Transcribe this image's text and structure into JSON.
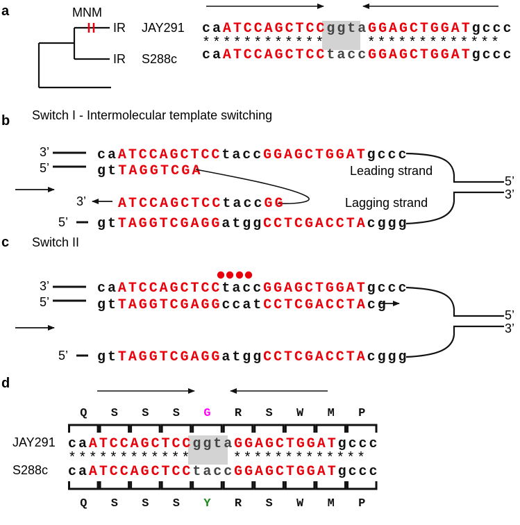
{
  "panel_labels": {
    "a": "a",
    "b": "b",
    "c": "c",
    "d": "d"
  },
  "colors": {
    "red": "#e8000b",
    "black": "#111111",
    "grey_box": "#d3d3d3",
    "magenta": "#ff00ff",
    "green": "#1a8a1a"
  },
  "panel_a": {
    "mnm_label": "MNM",
    "leaf1": "IR",
    "leaf2": "IR",
    "strain1": "JAY291",
    "strain2": "S288c",
    "seq1": [
      {
        "t": "ca",
        "c": "k"
      },
      {
        "t": "ATCCAGCTCC",
        "c": "r"
      },
      {
        "t": "ggta",
        "c": "g"
      },
      {
        "t": "GGAGCTGGAT",
        "c": "r"
      },
      {
        "t": "gccc",
        "c": "k"
      }
    ],
    "asterisks": "************    *************",
    "seq2": [
      {
        "t": "ca",
        "c": "k"
      },
      {
        "t": "ATCCAGCTCC",
        "c": "r"
      },
      {
        "t": "tacc",
        "c": "g"
      },
      {
        "t": "GGAGCTGGAT",
        "c": "r"
      },
      {
        "t": "gccc",
        "c": "k"
      }
    ]
  },
  "panel_b": {
    "title": "Switch I - Intermolecular template switching",
    "label_3prime": "3’",
    "label_5prime": "5’",
    "top_seq": [
      {
        "t": "ca",
        "c": "k"
      },
      {
        "t": "ATCCAGCTCC",
        "c": "r"
      },
      {
        "t": "tacc",
        "c": "k"
      },
      {
        "t": "GGAGCTGGAT",
        "c": "r"
      },
      {
        "t": "gccc",
        "c": "k"
      }
    ],
    "leading_seq": [
      {
        "t": "gt",
        "c": "k"
      },
      {
        "t": "TAGGTCGA",
        "c": "r"
      }
    ],
    "leading_label": "Leading strand",
    "lagging_label": "Lagging strand",
    "mid_seq": [
      {
        "t": "ATCCAGCTCC",
        "c": "r"
      },
      {
        "t": "tacc",
        "c": "k"
      },
      {
        "t": "GG",
        "c": "r"
      }
    ],
    "bottom_seq": [
      {
        "t": "gt",
        "c": "k"
      },
      {
        "t": "TAGGTCGAGG",
        "c": "r"
      },
      {
        "t": "atgg",
        "c": "k"
      },
      {
        "t": "CCTCGACCTA",
        "c": "r"
      },
      {
        "t": "cggg",
        "c": "k"
      }
    ],
    "right_5": "5’",
    "right_3": "3’"
  },
  "panel_c": {
    "title": "Switch II",
    "label_3prime": "3’",
    "label_5prime": "5’",
    "top_seq": [
      {
        "t": "ca",
        "c": "k"
      },
      {
        "t": "ATCCAGCTCC",
        "c": "r"
      },
      {
        "t": "tacc",
        "c": "k"
      },
      {
        "t": "GGAGCTGGAT",
        "c": "r"
      },
      {
        "t": "gccc",
        "c": "k"
      }
    ],
    "mid_seq": [
      {
        "t": "gt",
        "c": "k"
      },
      {
        "t": "TAGGTCGAGG",
        "c": "r"
      },
      {
        "t": "ccat",
        "c": "k"
      },
      {
        "t": "CCTCGACCTA",
        "c": "r"
      },
      {
        "t": "cg",
        "c": "k"
      }
    ],
    "bottom_seq": [
      {
        "t": "gt",
        "c": "k"
      },
      {
        "t": "TAGGTCGAGG",
        "c": "r"
      },
      {
        "t": "atgg",
        "c": "k"
      },
      {
        "t": "CCTCGACCTA",
        "c": "r"
      },
      {
        "t": "cggg",
        "c": "k"
      }
    ],
    "right_5": "5’",
    "right_3": "3’",
    "bottom_5": "5’"
  },
  "panel_d": {
    "aa_top": [
      "Q",
      "S",
      "S",
      "S",
      "G",
      "R",
      "S",
      "W",
      "M",
      "P"
    ],
    "aa_top_colors": [
      "k",
      "k",
      "k",
      "k",
      "m",
      "k",
      "k",
      "k",
      "k",
      "k"
    ],
    "aa_bottom": [
      "Q",
      "S",
      "S",
      "S",
      "Y",
      "R",
      "S",
      "W",
      "M",
      "P"
    ],
    "aa_bottom_colors": [
      "k",
      "k",
      "k",
      "k",
      "gr",
      "k",
      "k",
      "k",
      "k",
      "k"
    ],
    "strain1": "JAY291",
    "strain2": "S288c",
    "seq1": [
      {
        "t": "ca",
        "c": "k"
      },
      {
        "t": "ATCCAGCTCC",
        "c": "r"
      },
      {
        "t": "ggta",
        "c": "g"
      },
      {
        "t": "GGAGCTGGAT",
        "c": "r"
      },
      {
        "t": "gccc",
        "c": "k"
      }
    ],
    "asterisks": "************    *************",
    "seq2": [
      {
        "t": "ca",
        "c": "k"
      },
      {
        "t": "ATCCAGCTCC",
        "c": "r"
      },
      {
        "t": "tacc",
        "c": "g"
      },
      {
        "t": "GGAGCTGGAT",
        "c": "r"
      },
      {
        "t": "gccc",
        "c": "k"
      }
    ]
  }
}
